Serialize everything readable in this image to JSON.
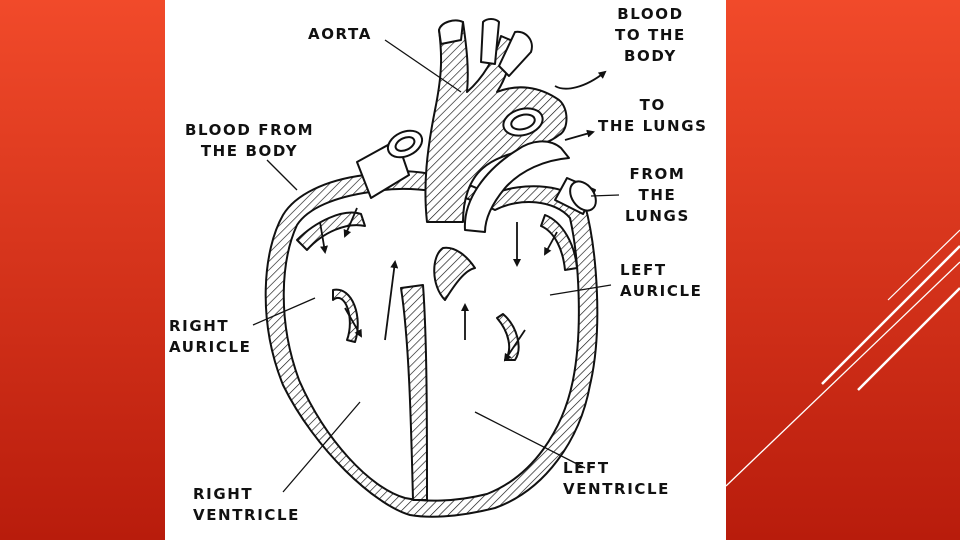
{
  "slide": {
    "background_top": "#f14a2a",
    "background_bottom": "#b81c0c",
    "panel_color": "#ffffff",
    "line_color": "#ffffff",
    "ink_color": "#111111"
  },
  "diagram": {
    "labels": {
      "aorta": "AORTA",
      "blood_to_body": "BLOOD\nTO THE\nBODY",
      "to_lungs": "TO\nTHE LUNGS",
      "blood_from_body": "BLOOD FROM\nTHE BODY",
      "from_lungs": "FROM\nTHE\nLUNGS",
      "left_auricle": "LEFT\nAURICLE",
      "right_auricle": "RIGHT\nAURICLE",
      "left_ventricle": "LEFT\nVENTRICLE",
      "right_ventricle": "RIGHT\nVENTRICLE"
    }
  }
}
